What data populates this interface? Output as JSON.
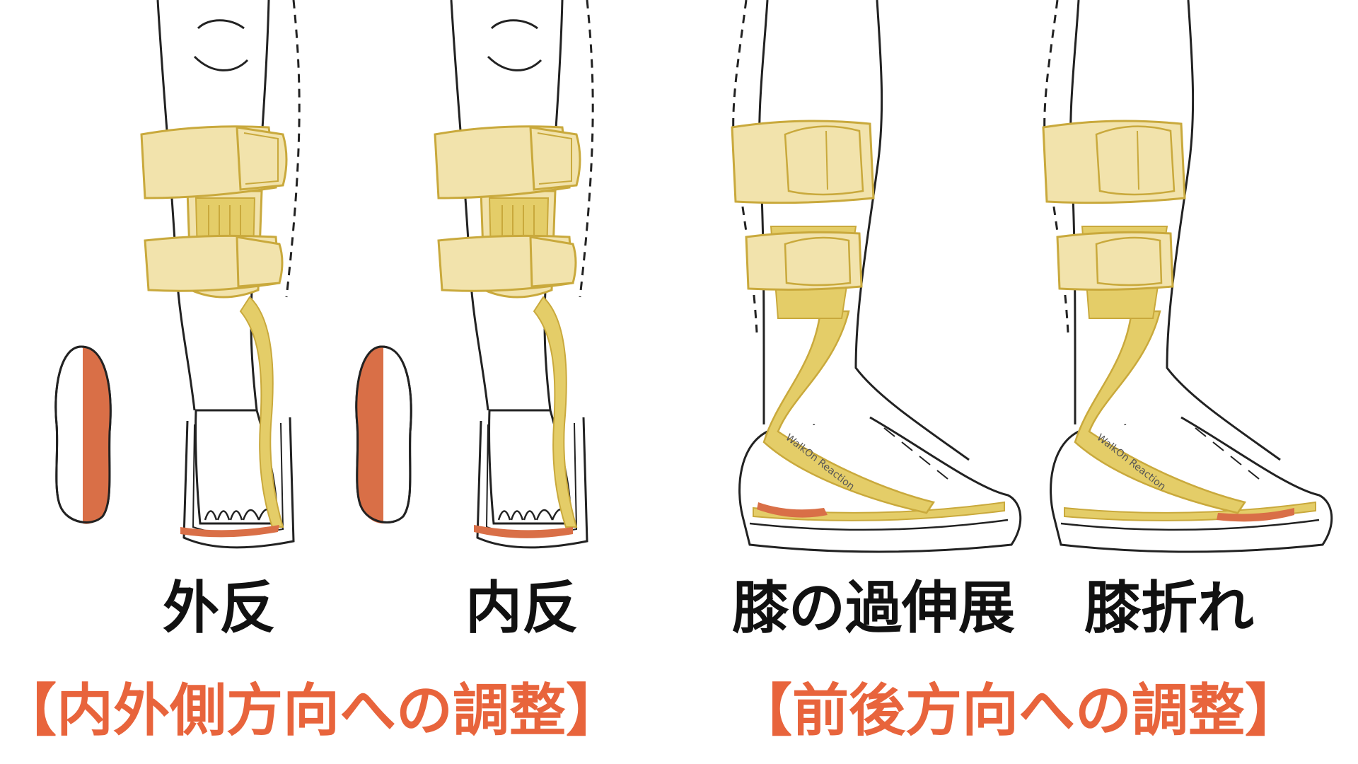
{
  "colors": {
    "brace_fill": "#f2e3ac",
    "brace_dark": "#e4cd68",
    "brace_stroke": "#c9a93c",
    "sole_red": "#d96f47",
    "heading_red": "#e8643c",
    "line": "#222222"
  },
  "figures": [
    {
      "label": "外反",
      "view": "front",
      "pressure": "medial"
    },
    {
      "label": "内反",
      "view": "front",
      "pressure": "lateral"
    },
    {
      "label": "膝の過伸展",
      "view": "side",
      "pressure": "heel",
      "strut_text": "WalkOn Reaction"
    },
    {
      "label": "膝折れ",
      "view": "side",
      "pressure": "toe",
      "strut_text": "WalkOn Reaction"
    }
  ],
  "categories": [
    {
      "text": "【内外側方向への調整】"
    },
    {
      "text": "【前後方向への調整】"
    }
  ]
}
